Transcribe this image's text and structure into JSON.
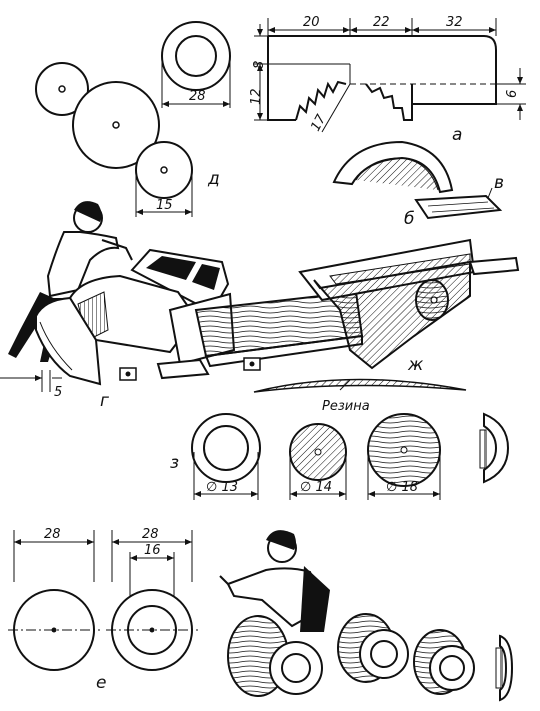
{
  "labels": {
    "a": "а",
    "b": "б",
    "v": "в",
    "g": "г",
    "d": "д",
    "e": "е",
    "zh": "ж",
    "z": "з"
  },
  "dims": {
    "d20": "20",
    "d22": "22",
    "d32": "32",
    "d8": "8",
    "d12": "12",
    "d6": "6",
    "d17": "17",
    "ring_d_28": "28",
    "disc_d_15": "15",
    "g_5": "5",
    "z_13": "∅ 13",
    "z_14": "∅ 14",
    "z_18": "∅ 18",
    "e_28_left": "28",
    "e_28_right": "28",
    "e_16": "16"
  },
  "rubber_label": "Резина"
}
